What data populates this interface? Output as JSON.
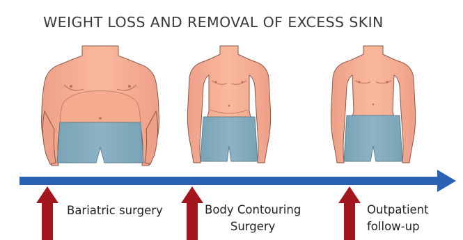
{
  "title": "WEIGHT LOSS AND REMOVAL OF EXCESS SKIN",
  "colors": {
    "skin": "#f7b093",
    "skin_shade": "#e59378",
    "shorts": "#86aec0",
    "shorts_shade": "#6f97aa",
    "timeline": "#2a62b3",
    "stage_arrow": "#a3161d",
    "outline": "#6e4a3e"
  },
  "figures": [
    {
      "name": "figure-before",
      "build": "obese"
    },
    {
      "name": "figure-after-bariatric",
      "build": "slim-loose-skin"
    },
    {
      "name": "figure-after-contouring",
      "build": "slim-toned"
    }
  ],
  "stages": [
    {
      "line1": "Bariatric surgery",
      "line2": ""
    },
    {
      "line1": "Body Contouring",
      "line2": "Surgery"
    },
    {
      "line1": "Outpatient",
      "line2": "follow-up"
    }
  ]
}
